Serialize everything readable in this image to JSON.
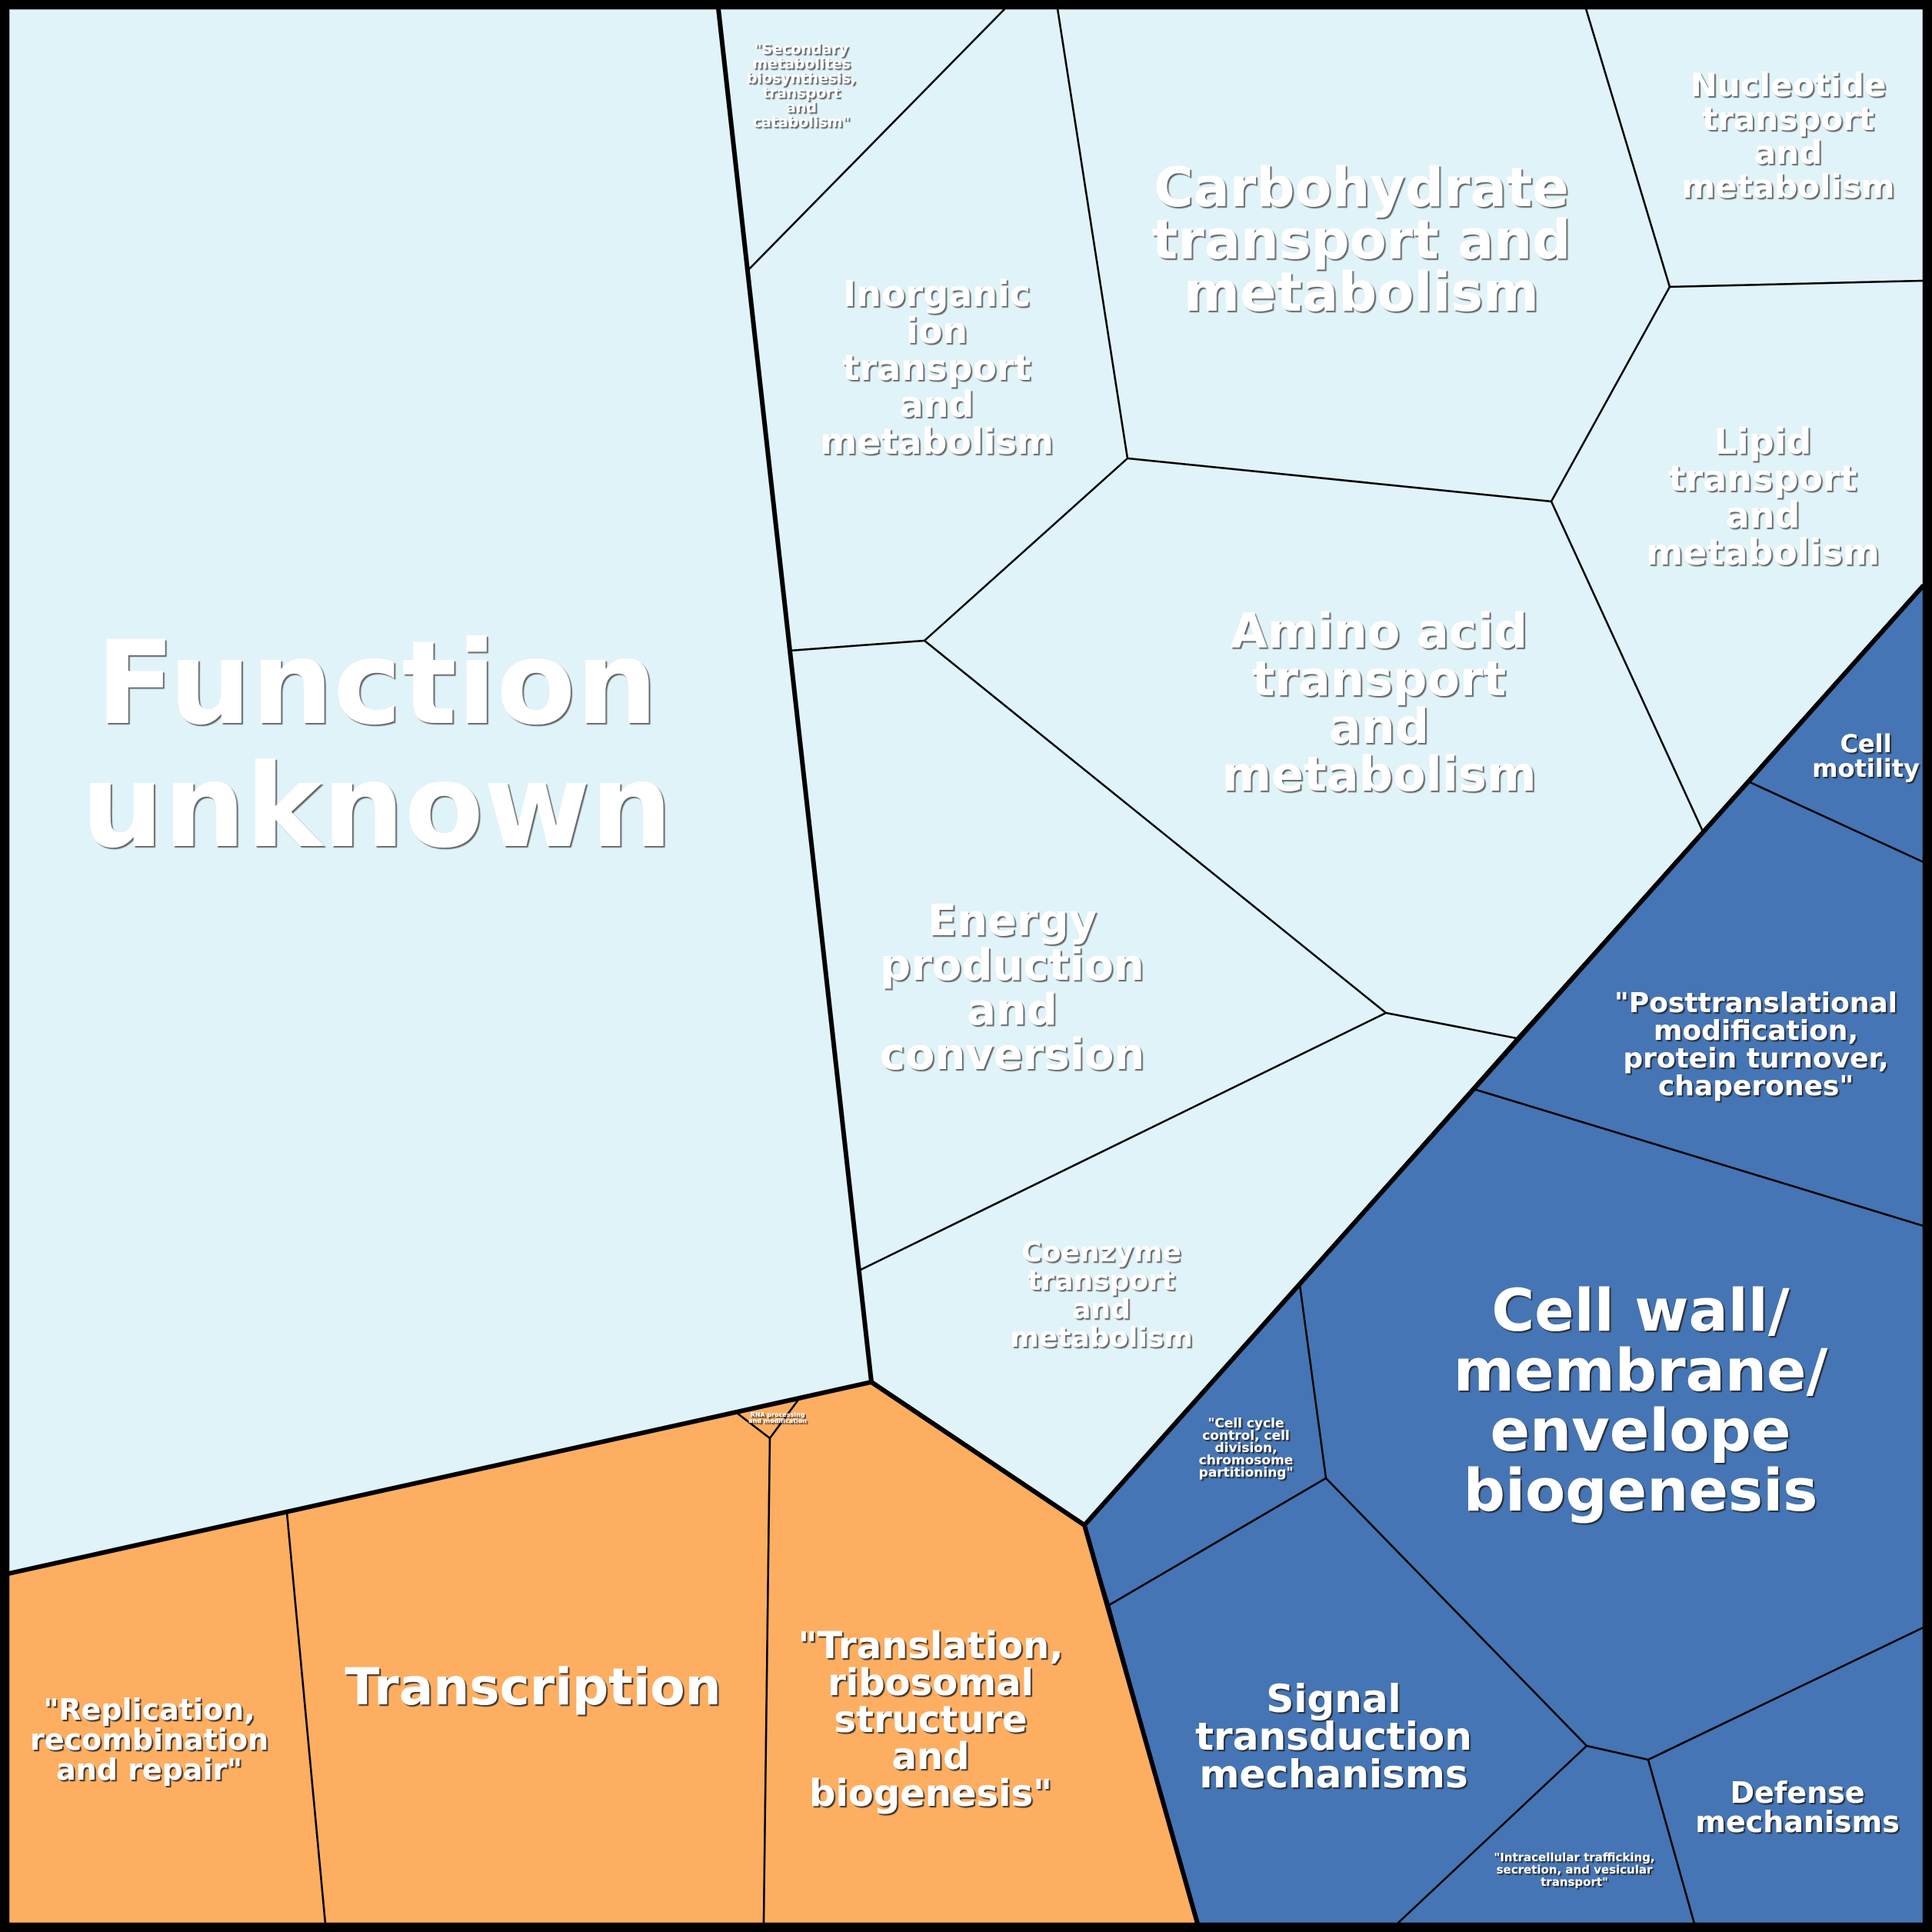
{
  "chart_data": {
    "type": "voronoi-treemap",
    "title": "",
    "colors": {
      "light": "#e0f3f8",
      "blue": "#4575b4",
      "orange": "#fdae61",
      "border": "#000000"
    },
    "groups": [
      {
        "name": "metabolism",
        "color": "light",
        "cells": [
          {
            "id": "S",
            "label": "Function unknown"
          },
          {
            "id": "Q",
            "label": "\"Secondary metabolites biosynthesis, transport and catabolism\""
          },
          {
            "id": "P",
            "label": "Inorganic ion transport and metabolism"
          },
          {
            "id": "G",
            "label": "Carbohydrate transport and metabolism"
          },
          {
            "id": "F",
            "label": "Nucleotide transport and metabolism"
          },
          {
            "id": "I",
            "label": "Lipid transport and metabolism"
          },
          {
            "id": "E",
            "label": "Amino acid transport and metabolism"
          },
          {
            "id": "C",
            "label": "Energy production and conversion"
          },
          {
            "id": "H",
            "label": "Coenzyme transport and metabolism"
          }
        ]
      },
      {
        "name": "cellular-processes",
        "color": "blue",
        "cells": [
          {
            "id": "N",
            "label": "Cell motility"
          },
          {
            "id": "O",
            "label": "\"Posttranslational modification, protein turnover, chaperones\""
          },
          {
            "id": "M",
            "label": "Cell wall/ membrane/ envelope biogenesis"
          },
          {
            "id": "D",
            "label": "\"Cell cycle control, cell division, chromosome partitioning\""
          },
          {
            "id": "T",
            "label": "Signal transduction mechanisms"
          },
          {
            "id": "U",
            "label": "\"Intracellular trafficking, secretion, and vesicular transport\""
          },
          {
            "id": "V",
            "label": "Defense mechanisms"
          }
        ]
      },
      {
        "name": "information-storage",
        "color": "orange",
        "cells": [
          {
            "id": "L",
            "label": "\"Replication, recombination and repair\""
          },
          {
            "id": "K",
            "label": "Transcription"
          },
          {
            "id": "A",
            "label": "RNA processing and modification"
          },
          {
            "id": "J",
            "label": "\"Translation, ribosomal structure and biogenesis\""
          }
        ]
      }
    ]
  },
  "labels": {
    "S": [
      "Function",
      "unknown"
    ],
    "Q": [
      "\"Secondary",
      "metabolites",
      "biosynthesis,",
      "transport",
      "and",
      "catabolism\""
    ],
    "P": [
      "Inorganic",
      "ion",
      "transport",
      "and",
      "metabolism"
    ],
    "G": [
      "Carbohydrate",
      "transport and",
      "metabolism"
    ],
    "F": [
      "Nucleotide",
      "transport",
      "and",
      "metabolism"
    ],
    "I": [
      "Lipid",
      "transport",
      "and",
      "metabolism"
    ],
    "E": [
      "Amino acid",
      "transport",
      "and",
      "metabolism"
    ],
    "C": [
      "Energy",
      "production",
      "and",
      "conversion"
    ],
    "H": [
      "Coenzyme",
      "transport",
      "and",
      "metabolism"
    ],
    "N": [
      "Cell",
      "motility"
    ],
    "O": [
      "\"Posttranslational",
      "modification,",
      "protein turnover,",
      "chaperones\""
    ],
    "M": [
      "Cell wall/",
      "membrane/",
      "envelope",
      "biogenesis"
    ],
    "D": [
      "\"Cell cycle",
      "control, cell",
      "division,",
      "chromosome",
      "partitioning\""
    ],
    "T": [
      "Signal",
      "transduction",
      "mechanisms"
    ],
    "U": [
      "\"Intracellular trafficking,",
      "secretion, and vesicular",
      "transport\""
    ],
    "V": [
      "Defense",
      "mechanisms"
    ],
    "L": [
      "\"Replication,",
      "recombination",
      "and repair\""
    ],
    "K": [
      "Transcription"
    ],
    "A": [
      "RNA processing",
      "and modification"
    ],
    "J": [
      "\"Translation,",
      "ribosomal",
      "structure",
      "and",
      "biogenesis\""
    ]
  }
}
